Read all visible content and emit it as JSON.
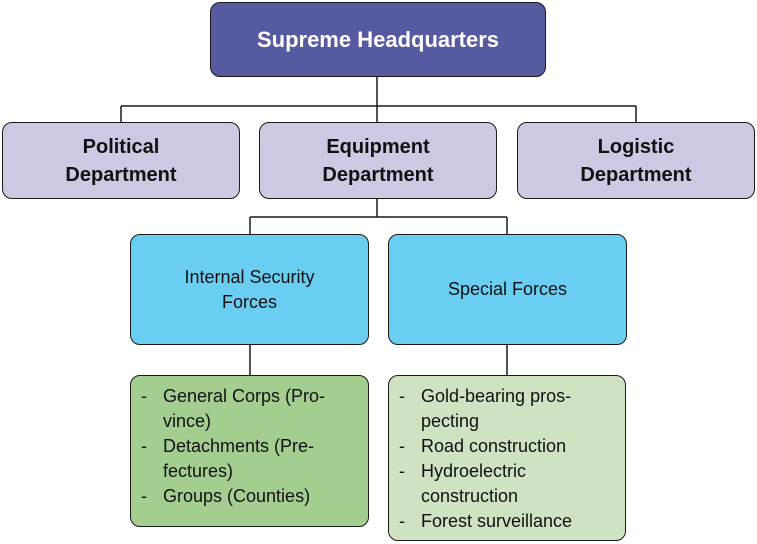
{
  "top": {
    "label": "Supreme Headquarters"
  },
  "departments": [
    {
      "lines": [
        "Political",
        "Department"
      ]
    },
    {
      "lines": [
        "Equipment",
        "Department"
      ]
    },
    {
      "lines": [
        "Logistic",
        "Department"
      ]
    }
  ],
  "units": [
    {
      "lines": [
        "Internal Security",
        "Forces"
      ],
      "bullet": "-",
      "items": [
        {
          "lines": [
            "General Corps (Pro-",
            "vince)"
          ]
        },
        {
          "lines": [
            "Detachments (Pre-",
            "fectures)"
          ]
        },
        {
          "lines": [
            "Groups (Counties)"
          ]
        }
      ]
    },
    {
      "lines": [
        "Special Forces"
      ],
      "bullet": "-",
      "items": [
        {
          "lines": [
            "Gold-bearing pros-",
            "pecting"
          ]
        },
        {
          "lines": [
            "Road construction"
          ]
        },
        {
          "lines": [
            "Hydroelectric",
            "construction"
          ]
        },
        {
          "lines": [
            "Forest surveillance"
          ]
        }
      ]
    }
  ],
  "colors": {
    "headquarters": "#565aa0",
    "department": "#cdc9e2",
    "unit": "#6acdf2",
    "list_internal": "#a3ce8f",
    "list_special": "#cfe3c3"
  }
}
